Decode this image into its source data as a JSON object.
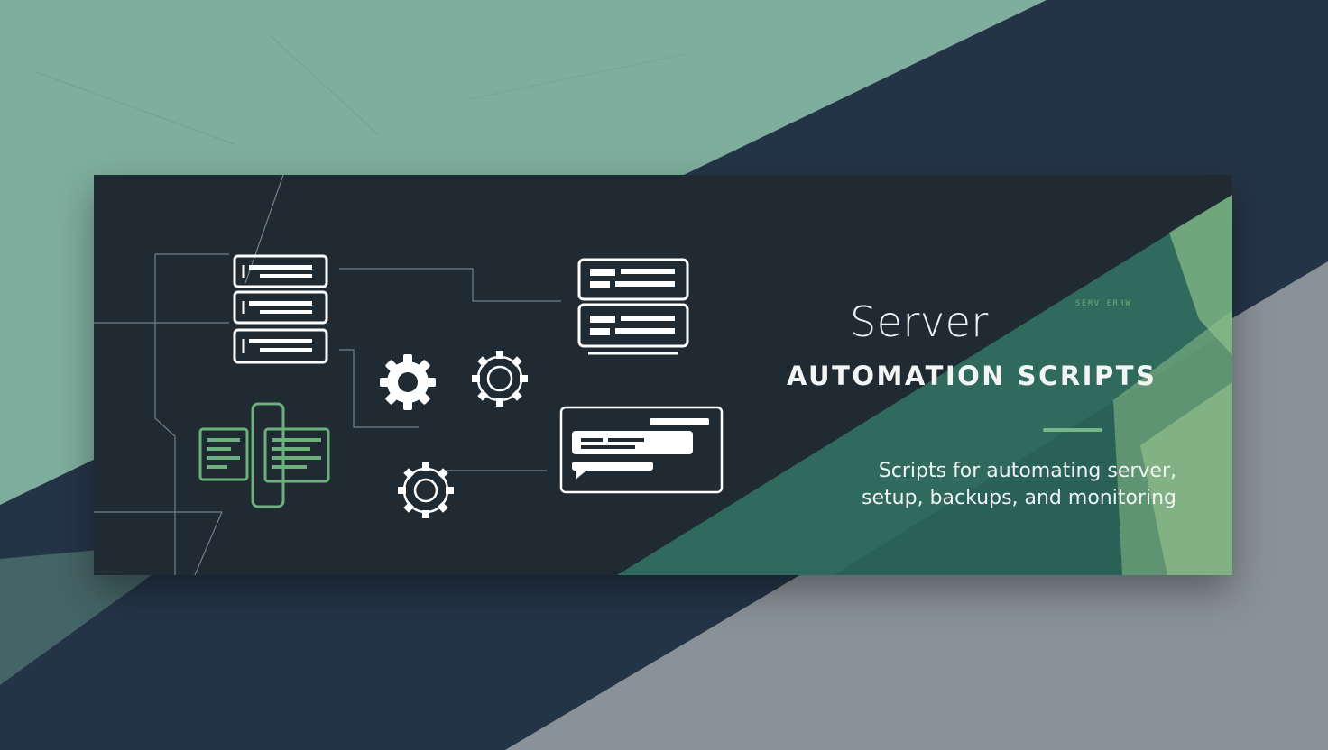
{
  "banner": {
    "title": "Server",
    "subtitle": "AUTOMATION SCRIPTS",
    "tagline": "SERV ERRW",
    "description_line1": "Scripts for automating server,",
    "description_line2": "setup,  backups, and monitoring"
  },
  "icons": [
    "server-rack-icon",
    "gear-icon",
    "code-window-icon",
    "chat-bubble-icon"
  ],
  "colors": {
    "banner_bg": "#1f2a33",
    "accent_green": "#76b68a",
    "teal_panel": "#2f6a5c",
    "light_green": "#8cc08a",
    "background_teal": "#7fae9e",
    "background_navy": "#243447",
    "background_grey": "#8a9299"
  }
}
